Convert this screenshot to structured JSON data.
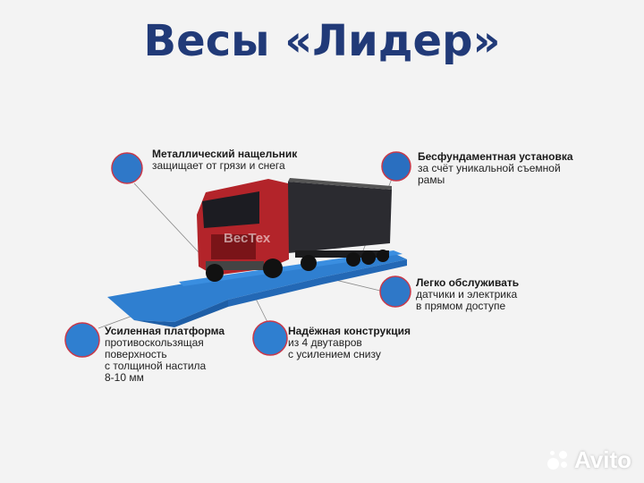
{
  "title": "Весы «Лидер»",
  "watermark": "ВесТех",
  "avito_logo": "Avito",
  "colors": {
    "title": "#213a78",
    "platform": "#2f7fd0",
    "cab": "#b3242a",
    "trailer": "#2b2b30"
  },
  "callouts": [
    {
      "heading": "Металлический нащельник",
      "lines": [
        "защищает от грязи и снега"
      ]
    },
    {
      "heading": "Бесфундаментная установка",
      "lines": [
        "за счёт уникальной съемной",
        "рамы"
      ]
    },
    {
      "heading": "Легко обслуживать",
      "lines": [
        "датчики и электрика",
        "в прямом доступе"
      ]
    },
    {
      "heading": "Усиленная платформа",
      "lines": [
        "противоскользящая",
        "поверхность",
        "с толщиной настила",
        "8-10 мм"
      ]
    },
    {
      "heading": "Надёжная конструкция",
      "lines": [
        "из 4 двутавров",
        "с усилением снизу"
      ]
    }
  ]
}
